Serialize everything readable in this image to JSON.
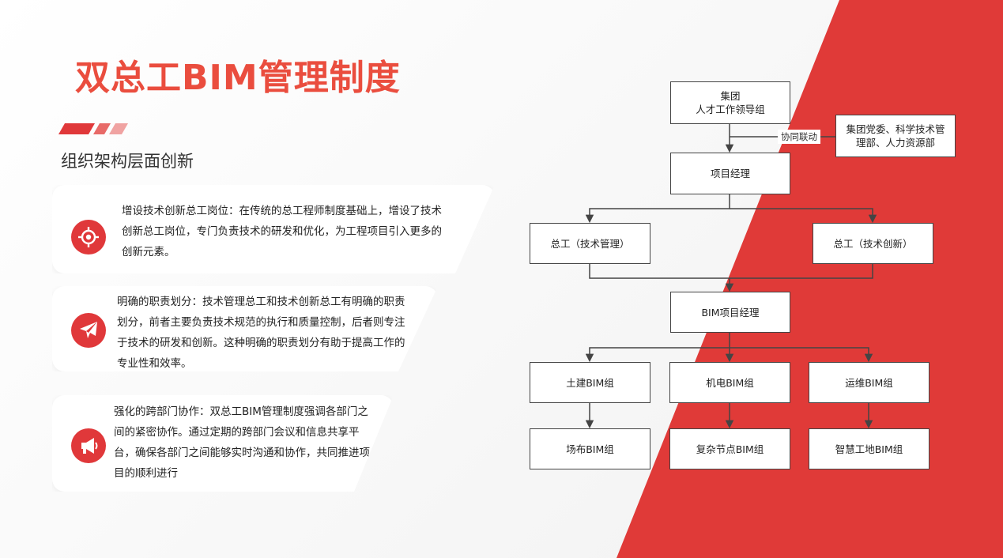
{
  "title": "双总工BIM管理制度",
  "subtitle": "组织架构层面创新",
  "cards": [
    {
      "icon": "target-icon",
      "text": "增设技术创新总工岗位：在传统的总工程师制度基础上，增设了技术创新总工岗位，专门负责技术的研发和优化，为工程项目引入更多的创新元素。"
    },
    {
      "icon": "paper-plane-icon",
      "text": "明确的职责划分：技术管理总工和技术创新总工有明确的职责划分，前者主要负责技术规范的执行和质量控制，后者则专注于技术的研发和创新。这种明确的职责划分有助于提高工作的专业性和效率。"
    },
    {
      "icon": "megaphone-icon",
      "text": "强化的跨部门协作：双总工BIM管理制度强调各部门之间的紧密协作。通过定期的跨部门会议和信息共享平台，确保各部门之间能够实时沟通和协作，共同推进项目的顺利进行"
    }
  ],
  "org_chart": {
    "nodes": [
      {
        "id": "group",
        "lines": [
          "集团",
          "人才工作领导组"
        ]
      },
      {
        "id": "party",
        "lines": [
          "集团党委、科学技术管",
          "理部、人力资源部"
        ]
      },
      {
        "id": "pm",
        "lines": [
          "项目经理"
        ]
      },
      {
        "id": "chief-mgmt",
        "lines": [
          "总工（技术管理）"
        ]
      },
      {
        "id": "chief-innov",
        "lines": [
          "总工（技术创新）"
        ]
      },
      {
        "id": "bim-pm",
        "lines": [
          "BIM项目经理"
        ]
      },
      {
        "id": "civil",
        "lines": [
          "土建BIM组"
        ]
      },
      {
        "id": "mep",
        "lines": [
          "机电BIM组"
        ]
      },
      {
        "id": "ops",
        "lines": [
          "运维BIM组"
        ]
      },
      {
        "id": "site",
        "lines": [
          "场布BIM组"
        ]
      },
      {
        "id": "complex",
        "lines": [
          "复杂节点BIM组"
        ]
      },
      {
        "id": "smart",
        "lines": [
          "智慧工地BIM组"
        ]
      }
    ],
    "edge_label": "协同联动"
  },
  "colors": {
    "accent": "#e03a38",
    "title": "#ea4d3e"
  }
}
